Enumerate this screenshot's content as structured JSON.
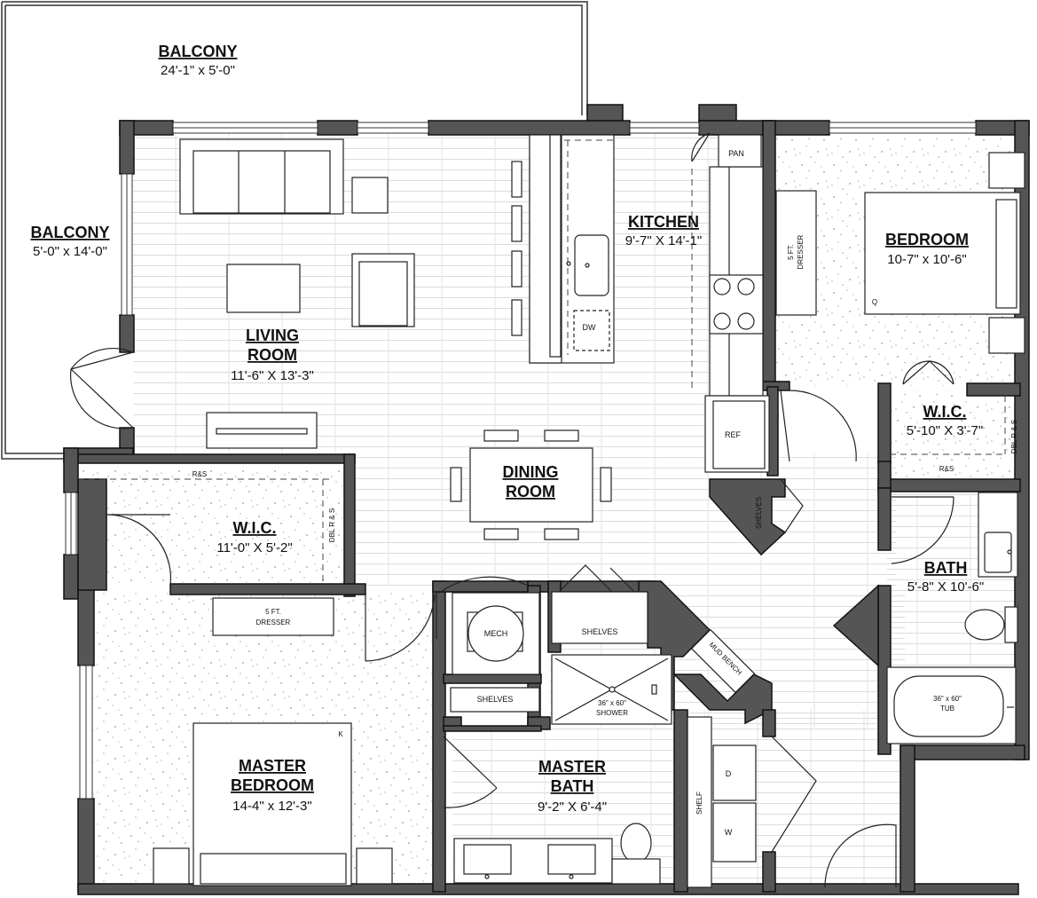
{
  "rooms": {
    "balcony_top": {
      "name": "BALCONY",
      "dims": "24'-1\" x 5'-0\""
    },
    "balcony_side": {
      "name": "BALCONY",
      "dims": "5'-0\" x 14'-0\""
    },
    "living": {
      "name_line1": "LIVING",
      "name_line2": "ROOM",
      "dims": "11'-6\" X 13'-3\""
    },
    "kitchen": {
      "name": "KITCHEN",
      "dims": "9'-7\" X 14'-1\""
    },
    "bedroom": {
      "name": "BEDROOM",
      "dims": "10-7\" x 10'-6\""
    },
    "dining": {
      "name_line1": "DINING",
      "name_line2": "ROOM"
    },
    "wic_master": {
      "name": "W.I.C.",
      "dims": "11'-0\" X 5'-2\""
    },
    "wic_bed": {
      "name": "W.I.C.",
      "dims": "5'-10\" X 3'-7\""
    },
    "bath": {
      "name": "BATH",
      "dims": "5'-8\" X 10'-6\""
    },
    "master_bedroom": {
      "name_line1": "MASTER",
      "name_line2": "BEDROOM",
      "dims": "14-4\" x 12'-3\""
    },
    "master_bath": {
      "name_line1": "MASTER",
      "name_line2": "BATH",
      "dims": "9'-2\" X 6'-4\""
    }
  },
  "fixtures": {
    "pan": "PAN",
    "dw": "DW",
    "ref": "REF",
    "shelves_pantry": "SHELVES",
    "dresser_bed_line1": "5 FT.",
    "dresser_bed_line2": "DRESSER",
    "q": "Q",
    "k": "K",
    "rs_wic_bed": "R&S",
    "dblrs_wic_bed": "DBL R & S",
    "rs_wic_master": "R&S",
    "dblrs_wic_master": "DBL R & S",
    "dresser_master_line1": "5 FT.",
    "dresser_master_line2": "DRESSER",
    "mech": "MECH",
    "shelves_hall": "SHELVES",
    "shelves_mbath": "SHELVES",
    "shower_line1": "36\" x 60\"",
    "shower_line2": "SHOWER",
    "mud_bench": "MUD BENCH",
    "shelf": "SHELF",
    "washer": "W",
    "dryer": "D",
    "tub_line1": "36\" x 60\"",
    "tub_line2": "TUB"
  },
  "colors": {
    "wall": "#555555",
    "wall_stroke": "#111111",
    "line": "#222222",
    "floor_line": "#d9d9d9",
    "dash": "#444444"
  }
}
